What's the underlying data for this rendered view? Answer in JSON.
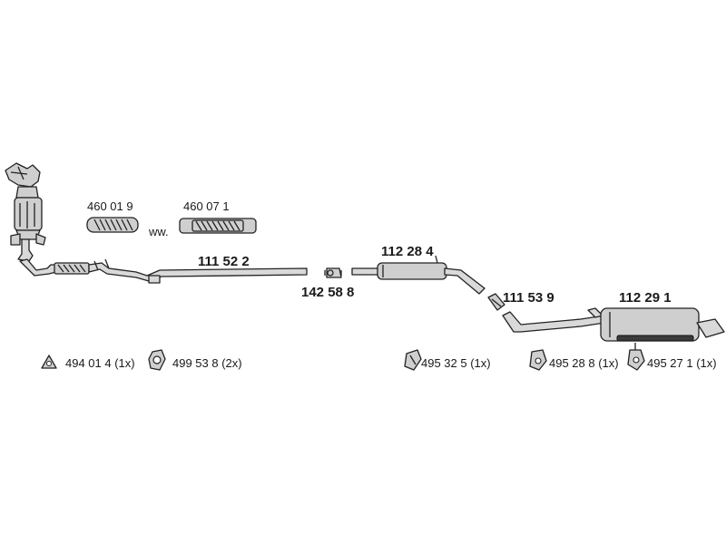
{
  "diagram": {
    "flexpipes": {
      "left_number": "460 01 9",
      "joiner": "ww.",
      "right_number": "460 07 1"
    },
    "parts": {
      "front_pipe": "111 52 2",
      "clamp": "142 58 8",
      "middle_silencer": "112 28 4",
      "connector": "111 53 9",
      "rear_silencer": "112 29 1"
    },
    "hardware": {
      "gasket": "494 01 4 (1x)",
      "rubber_ring": "499 53 8 (2x)",
      "hanger_middle": "495 32 5 (1x)",
      "hanger_rear_a": "495 28 8 (1x)",
      "hanger_rear_b": "495 27 1 (1x)"
    }
  }
}
